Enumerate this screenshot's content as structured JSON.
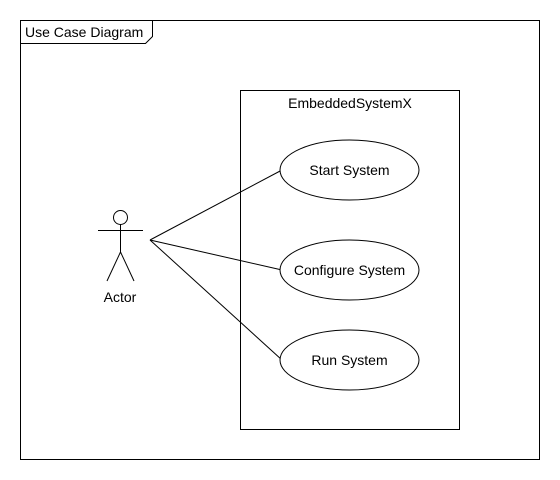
{
  "frame": {
    "title": "Use Case Diagram"
  },
  "system": {
    "name": "EmbeddedSystemX"
  },
  "actor": {
    "name": "Actor"
  },
  "use_cases": [
    {
      "label": "Start System"
    },
    {
      "label": "Configure System"
    },
    {
      "label": "Run System"
    }
  ]
}
